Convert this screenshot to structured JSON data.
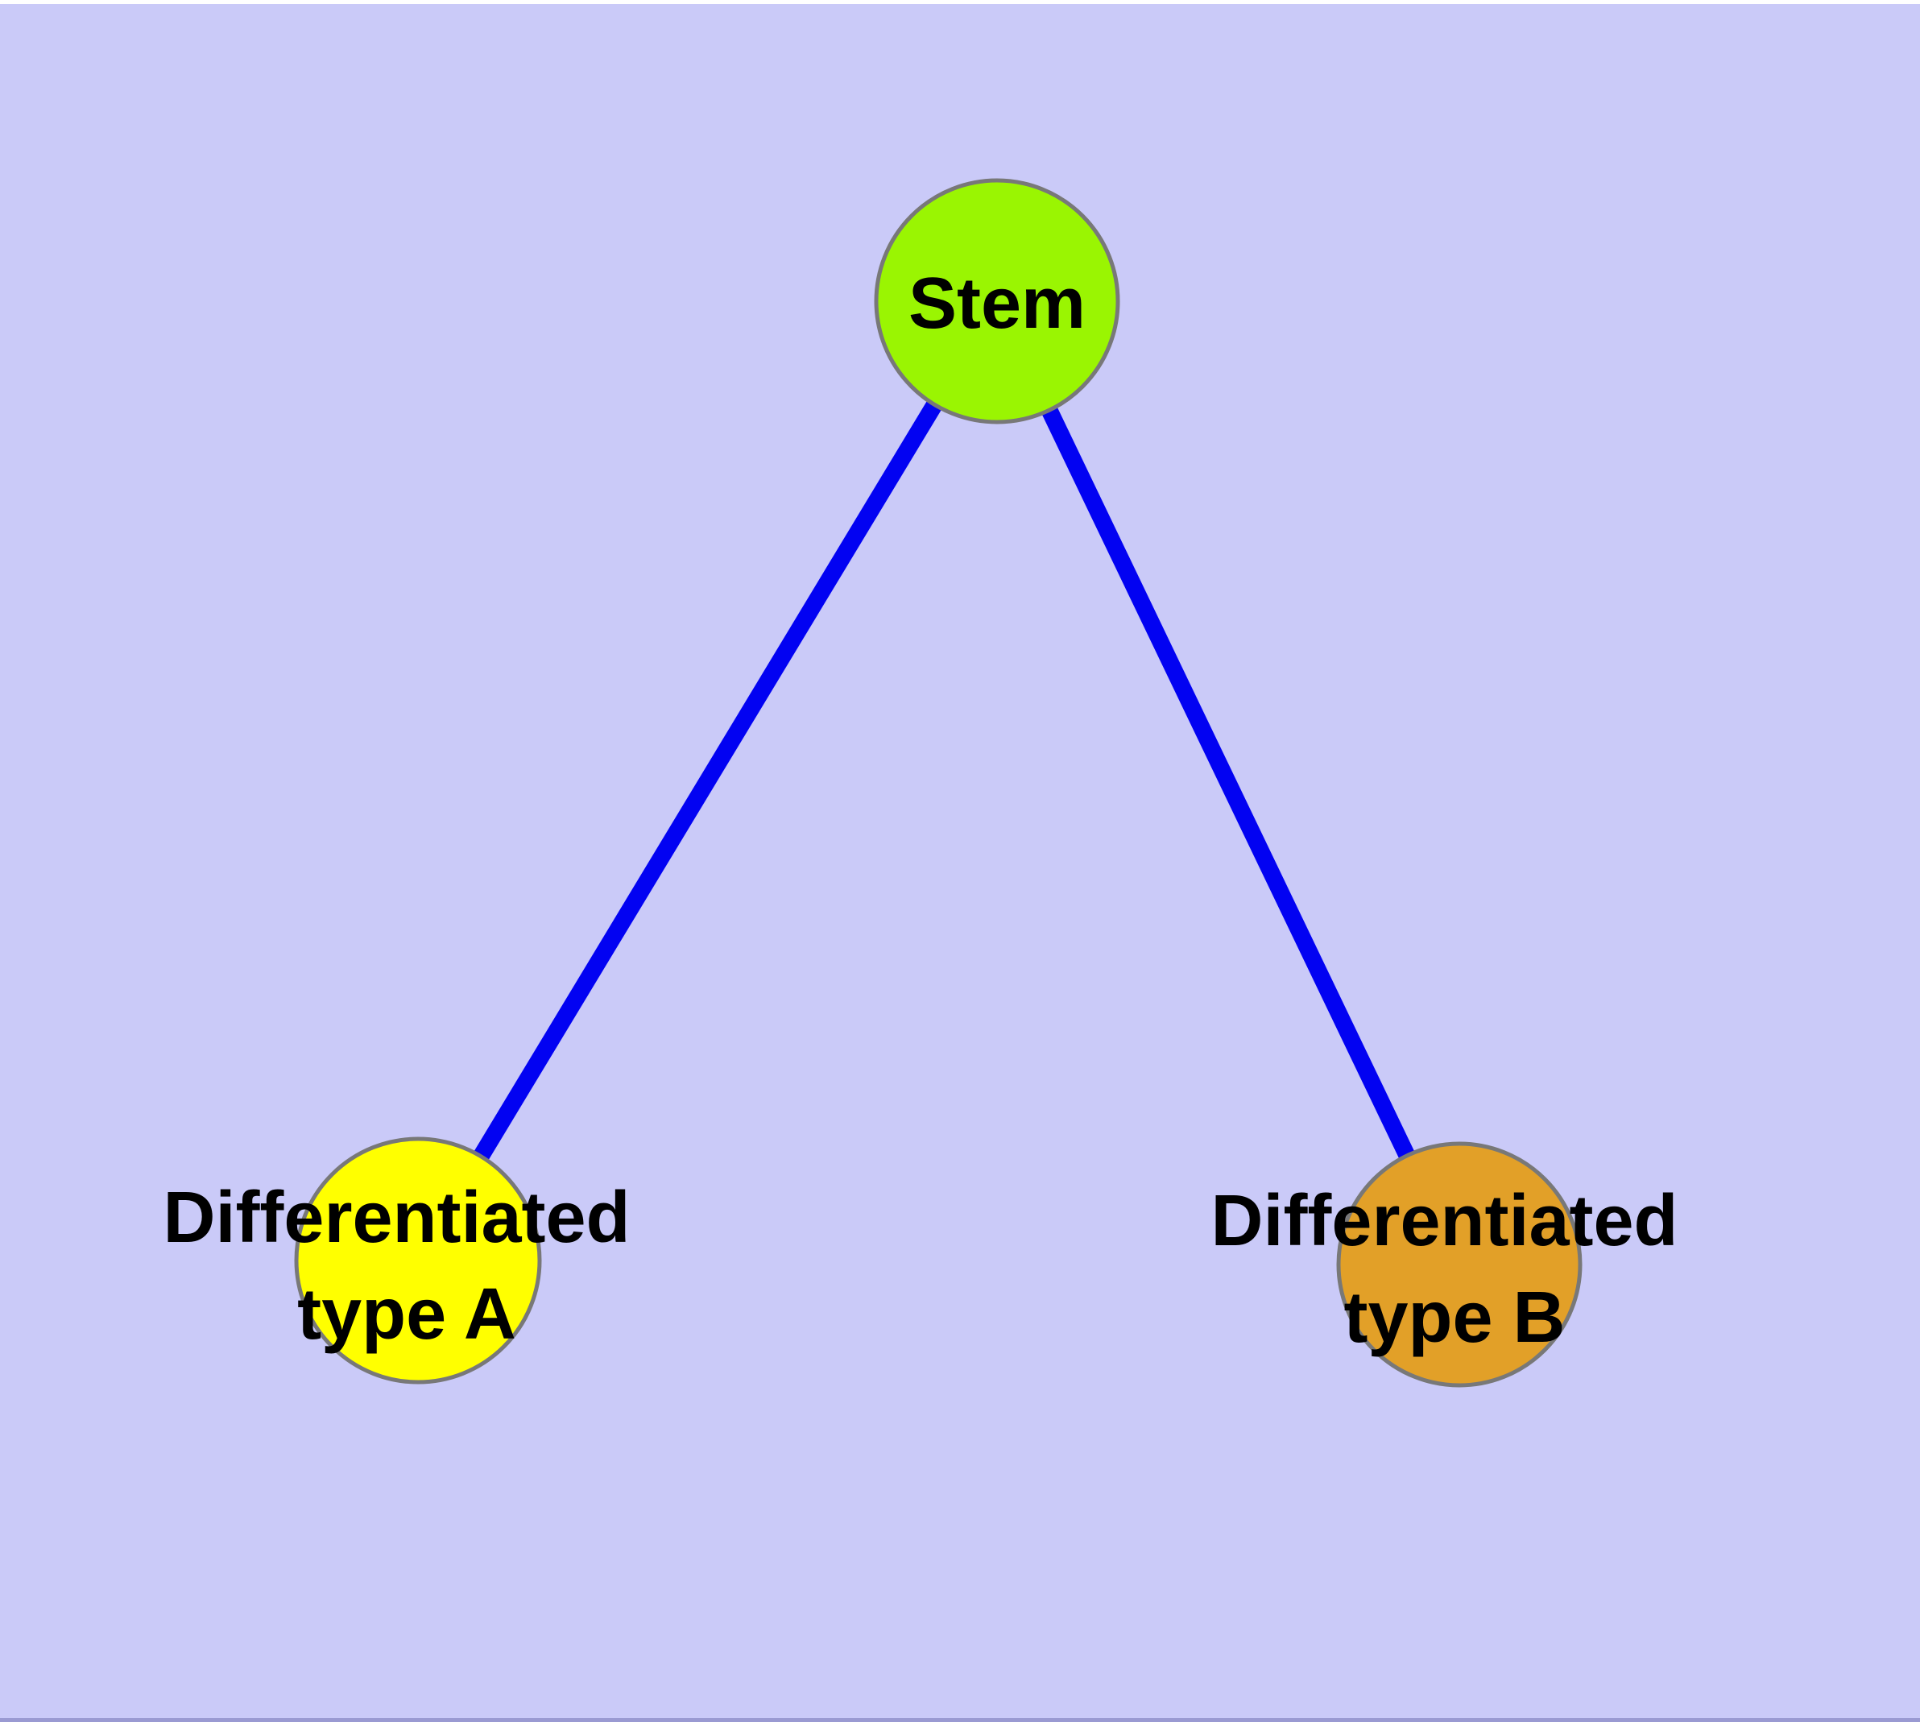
{
  "diagram": {
    "type": "graph",
    "description": "Stem cell differentiation graph with one stem node linked to two differentiated cell type nodes",
    "background_color": "#CACAF8",
    "frame": {
      "top_strip_color": "#FFFFFF",
      "bottom_strip_color": "#9A9AD2"
    },
    "node_style": {
      "border_color": "#787878"
    },
    "edge_style": {
      "color": "#0202F2"
    },
    "label_style": {
      "color": "#000000"
    },
    "nodes": [
      {
        "id": "stem",
        "label": "Stem",
        "label_lines": [
          "Stem"
        ],
        "fill_color": "#9AF502"
      },
      {
        "id": "differentiated-type-a",
        "label": "Differentiated type A",
        "label_lines": [
          "Differentiated",
          "type A"
        ],
        "fill_color": "#FFFF00"
      },
      {
        "id": "differentiated-type-b",
        "label": "Differentiated type B",
        "label_lines": [
          "Differentiated",
          "type B"
        ],
        "fill_color": "#E2A028"
      }
    ],
    "edges": [
      {
        "from": "Stem",
        "to": "Differentiated type A"
      },
      {
        "from": "Stem",
        "to": "Differentiated type B"
      }
    ]
  }
}
